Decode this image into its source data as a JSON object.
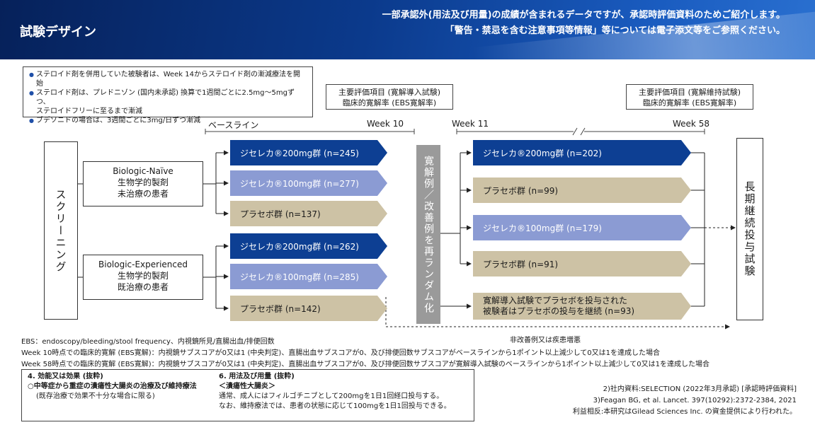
{
  "header": {
    "title": "試験デザイン",
    "note_line1": "一部承認外(用法及び用量)の成績が含まれるデータですが、承認時評価資料のためご紹介します。",
    "note_line2": "「警告・禁忌を含む注意事項等情報」等については電子添文等をご参照ください。"
  },
  "steroid_notes": [
    "ステロイド剤を併用していた被験者は、Week 14からステロイド剤の漸減療法を開始",
    "ステロイド剤は、プレドニゾン (国内未承認) 換算で1週間ごとに2.5mg～5mgずつ、",
    "ステロイドフリーに至るまで漸減",
    "ブデソニドの場合は、3週間ごとに3mg/日ずつ漸減"
  ],
  "endpoint_induction": {
    "line1": "主要評価項目 (寛解導入試験)",
    "line2": "臨床的寛解率 (EBS寛解率)"
  },
  "endpoint_maintenance": {
    "line1": "主要評価項目 (寛解維持試験)",
    "line2": "臨床的寛解率 (EBS寛解率)"
  },
  "timeline": {
    "baseline": "ベースライン",
    "week10": "Week 10",
    "week11": "Week 11",
    "week58": "Week 58"
  },
  "screening": "スクリーニング",
  "populations": [
    {
      "name": "Biologic-Naïve",
      "line2": "生物学的製剤",
      "line3": "未治療の患者"
    },
    {
      "name": "Biologic-Experienced",
      "line2": "生物学的製剤",
      "line3": "既治療の患者"
    }
  ],
  "induction_arms": [
    {
      "label": "ジセレカ®200mg群 (n=245)",
      "style": "dark"
    },
    {
      "label": "ジセレカ®100mg群 (n=277)",
      "style": "light"
    },
    {
      "label": "プラセボ群 (n=137)",
      "style": "tan"
    },
    {
      "label": "ジセレカ®200mg群 (n=262)",
      "style": "dark"
    },
    {
      "label": "ジセレカ®100mg群 (n=285)",
      "style": "light"
    },
    {
      "label": "プラセボ群 (n=142)",
      "style": "tan"
    }
  ],
  "rerandomization": "寛解例／改善例を再ランダム化",
  "maintenance_arms": [
    {
      "label": "ジセレカ®200mg群 (n=202)",
      "style": "dark"
    },
    {
      "label": "プラセボ群 (n=99)",
      "style": "tan"
    },
    {
      "label": "ジセレカ®100mg群 (n=179)",
      "style": "light"
    },
    {
      "label": "プラセボ群 (n=91)",
      "style": "tan"
    },
    {
      "label": "寛解導入試験でプラセボを投与された",
      "label2": "被験者はプラセボの投与を継続 (n=93)",
      "style": "tan"
    }
  ],
  "long_term": "長期継続投与試験",
  "non_effective": "非改善例又は疾患増悪",
  "footnotes": [
    "EBS：endoscopy/bleeding/stool frequency、内視鏡所見/直腸出血/排便回数",
    "Week 10時点での臨床的寛解 (EBS寛解)：内視鏡サブスコアが0又は1 (中央判定)、直腸出血サブスコアが0、及び排便回数サブスコアがベースラインから1ポイント以上減少して0又は1を達成した場合",
    "Week 58時点での臨床的寛解 (EBS寛解)：内視鏡サブスコアが0又は1 (中央判定)、直腸出血サブスコアが0、及び排便回数サブスコアが寛解導入試験のベースラインから1ポイント以上減少して0又は1を達成した場合"
  ],
  "indication": {
    "heading": "4. 効能又は効果 (抜粋)",
    "line1": "○中等症から重症の潰瘍性大腸炎の治療及び維持療法",
    "line2": "(既存治療で効果不十分な場合に限る)"
  },
  "dosage": {
    "heading": "6. 用法及び用量 (抜粋)",
    "line1": "＜潰瘍性大腸炎＞",
    "line2": "通常、成人にはフィルゴチニブとして200mgを1日1回経口投与する。",
    "line3": "なお、維持療法では、患者の状態に応じて100mgを1日1回投与できる。"
  },
  "references": [
    "2)社内資料:SELECTION (2022年3月承認) [承認時評価資料]",
    "3)Feagan BG, et al. Lancet. 397(10292):2372-2384, 2021",
    "利益相反:本研究はGilead Sciences Inc. の資金提供により行われた。"
  ]
}
